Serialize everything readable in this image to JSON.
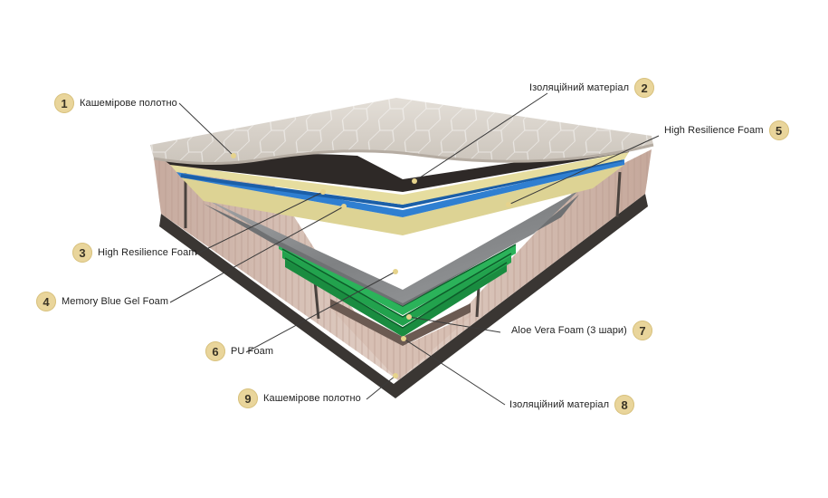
{
  "callouts": [
    {
      "n": "1",
      "label": "Кашемірове полотно"
    },
    {
      "n": "2",
      "label": "Ізоляційний матеріал"
    },
    {
      "n": "3",
      "label": "High Resilience Foam"
    },
    {
      "n": "4",
      "label": "Memory Blue Gel Foam"
    },
    {
      "n": "5",
      "label": "High Resilience Foam"
    },
    {
      "n": "6",
      "label": "PU Foam"
    },
    {
      "n": "7",
      "label": "Aloe Vera Foam (3 шари)"
    },
    {
      "n": "8",
      "label": "Ізоляційний матеріал"
    },
    {
      "n": "9",
      "label": "Кашемірове полотно"
    }
  ],
  "colors": {
    "badge": "#e9d59b",
    "cashmere_top": "#d9d3cb",
    "side_fabric": "#d8c2b6",
    "yellow_foam": "#e3d99a",
    "blue_gel": "#2f7fd1",
    "gray_foam": "#8b8d8f",
    "aloe_green": "#1e9d4a",
    "dark_liner": "#3a3633"
  }
}
